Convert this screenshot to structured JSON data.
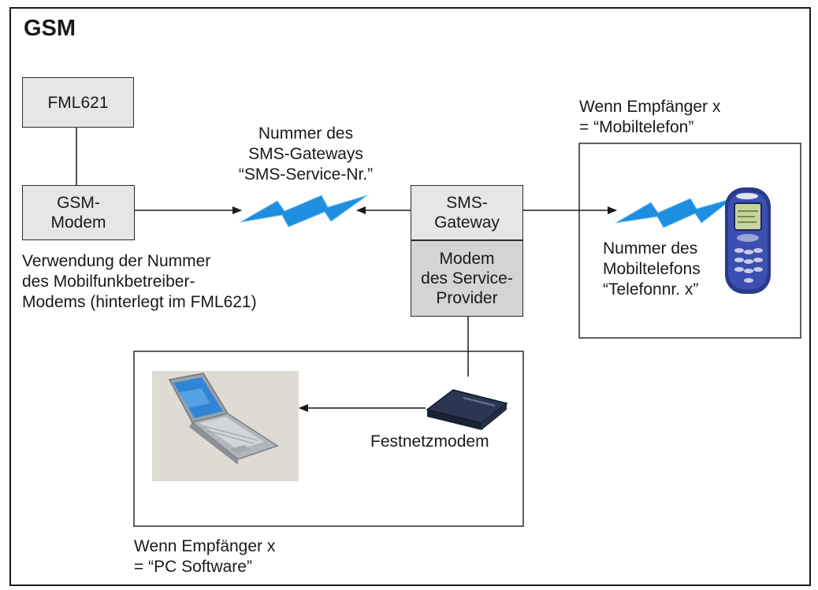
{
  "title": "GSM",
  "fml_box": "FML621",
  "gsm_modem_box": "GSM-\nModem",
  "sms_gateway_box": "SMS-\nGateway",
  "provider_modem_box": "Modem\ndes Service-\nProvider",
  "label_sms_gateway_number": "Nummer des\nSMS-Gateways\n“SMS-Service-Nr.”",
  "label_mobile_recipient": "Wenn Empfänger x\n= “Mobiltelefon”",
  "label_mobile_number": "Nummer des\nMobiltelefons\n“Telefonnr. x”",
  "label_operator_modem": "Verwendung der Nummer\ndes Mobilfunkbetreiber-\nModems (hinterlegt im FML621)",
  "label_landline_modem": "Festnetzmodem",
  "label_pc_recipient": "Wenn Empfänger x\n= “PC Software”",
  "colors": {
    "box_fill": "#e6e6e6",
    "box_fill_dark": "#d4d4d4",
    "lightning": "#1e8fe0",
    "phone": "#2a3a8c"
  }
}
